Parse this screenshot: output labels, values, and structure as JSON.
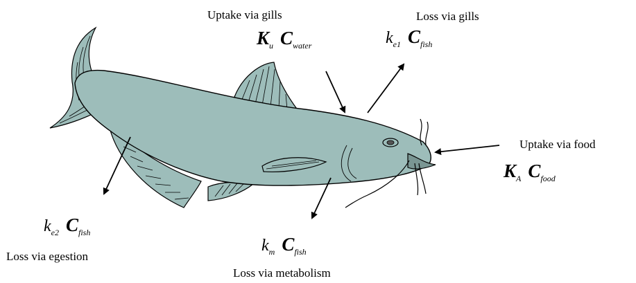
{
  "labels": {
    "uptake_gills": "Uptake via gills",
    "loss_gills": "Loss via gills",
    "uptake_food": "Uptake via food",
    "loss_egestion": "Loss via egestion",
    "loss_metabolism": "Loss via metabolism"
  },
  "equations": {
    "uptake_gills": {
      "k": "K",
      "k_sub": "u",
      "c": "C",
      "c_sub": "water"
    },
    "loss_gills": {
      "k": "k",
      "k_sub": "e1",
      "c": "C",
      "c_sub": "fish"
    },
    "uptake_food": {
      "k": "K",
      "k_sub": "A",
      "c": "C",
      "c_sub": "food"
    },
    "loss_egestion": {
      "k": "k",
      "k_sub": "e2",
      "c": "C",
      "c_sub": "fish"
    },
    "loss_metabolism": {
      "k": "k",
      "k_sub": "m",
      "c": "C",
      "c_sub": "fish"
    }
  },
  "colors": {
    "fish_body": "#9dbdba",
    "outline": "#000000"
  }
}
